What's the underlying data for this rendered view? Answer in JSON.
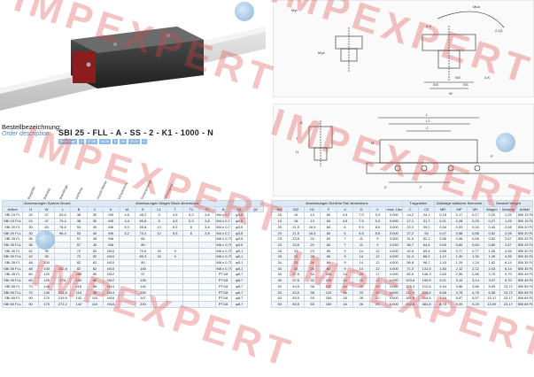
{
  "watermark": "IMPEXPERT",
  "order": {
    "title": "Bestellbezeichnung:",
    "subtitle": "Order description:",
    "code": [
      "SBI 25",
      "FLL",
      "A",
      "SS",
      "2",
      "K1",
      "1000",
      "N"
    ],
    "tags": [
      "Seite/Page",
      "4",
      "27-28",
      "30-33",
      "5",
      "30",
      "23-24",
      "6"
    ],
    "fields": [
      "Baugröße",
      "Blocktyp",
      "Blocklänge",
      "Dichtung",
      "Anzahl Blöcke",
      "Vorspannung",
      "Schienenlänge",
      "Genauigkeit"
    ]
  },
  "drawing": {
    "labels": [
      "Mpa",
      "4-S",
      "2-Q1",
      "Mya",
      "W",
      "W3",
      "W2",
      "W1",
      "4-K",
      "Myt",
      "L",
      "L1",
      "C",
      "B",
      "T",
      "H",
      "M",
      "E",
      "F",
      "P"
    ]
  },
  "left_table": {
    "title": "Artikel Model",
    "group1": "Abmessungen System Mounting dimensions",
    "group2": "Abmessungen Wagen Block dimensions",
    "headers": [
      "Artikel",
      "H",
      "W",
      "L",
      "B",
      "C",
      "K",
      "M",
      "E",
      "L1",
      "T",
      "T1",
      "T2",
      "N",
      "Q1",
      "Q2"
    ],
    "rows": [
      [
        "SBI 15 FL",
        "24",
        "47",
        "63,6",
        "38",
        "30",
        "M5",
        "4,5",
        "45,2",
        "9",
        "4,5",
        "5,3",
        "3,8",
        "M4 x 0,7",
        "φ3,5"
      ],
      [
        "SBI 15 FLL",
        "24",
        "47",
        "79,4",
        "38",
        "30",
        "M5",
        "4,4",
        "60,8",
        "9",
        "4,5",
        "5,3",
        "3,8",
        "M4 x 0,7",
        "φ3,5"
      ],
      [
        "SBI 20 FL",
        "30",
        "63",
        "78,6",
        "53",
        "40",
        "M6",
        "5,2",
        "55,8",
        "12",
        "5,5",
        "6",
        "3,8",
        "M4 x 0,7",
        "φ3,5"
      ],
      [
        "SBI 20 FLL",
        "30",
        "63",
        "96,4",
        "53",
        "40",
        "M6",
        "5,2",
        "73,4",
        "12",
        "5,5",
        "6",
        "3,8",
        "M4 x 0,7",
        "φ3,5"
      ],
      [
        "SBI 25 FL",
        "36",
        "70",
        "",
        "57",
        "45",
        "M8",
        "",
        "64",
        "",
        "",
        "",
        "",
        "M6 x 0,75",
        "φ3,5"
      ],
      [
        "SBI 25 FLL",
        "36",
        "70",
        "",
        "57",
        "45",
        "M8",
        "",
        "80",
        "",
        "",
        "",
        "",
        "M6 x 0,75",
        "φ3,5"
      ],
      [
        "SBI 30 FL",
        "42",
        "90",
        "",
        "72",
        "52",
        "M10",
        "",
        "70,6",
        "15",
        "9",
        "",
        "",
        "M6 x 0,75",
        "φ5,1"
      ],
      [
        "SBI 30 FLL",
        "42",
        "90",
        "",
        "72",
        "52",
        "M10",
        "",
        "89,3",
        "15",
        "9",
        "",
        "",
        "M6 x 0,75",
        "φ5,1"
      ],
      [
        "SBI 35 FL",
        "48",
        "100",
        "",
        "82",
        "62",
        "M10",
        "",
        "80",
        "",
        "",
        "",
        "",
        "M6 x 0,75",
        "φ5,1"
      ],
      [
        "SBI 35 FLL",
        "48",
        "100",
        "152,8",
        "82",
        "62",
        "M10",
        "",
        "105",
        "",
        "",
        "",
        "",
        "M6 x 0,75",
        "φ5,1"
      ],
      [
        "SBI 45 FL",
        "60",
        "120",
        "",
        "100",
        "80",
        "M12",
        "",
        "97",
        "",
        "",
        "",
        "",
        "PT1/8",
        "φ8,7"
      ],
      [
        "SBI 45 FLL",
        "60",
        "120",
        "174",
        "100",
        "80",
        "M12",
        "",
        "128",
        "",
        "",
        "",
        "",
        "PT1/8",
        "φ8,7"
      ],
      [
        "SBI 55 FL",
        "70",
        "140",
        "",
        "116",
        "95",
        "M14",
        "",
        "118",
        "",
        "",
        "",
        "",
        "PT1/8",
        "φ8,7"
      ],
      [
        "SBI 55 FLL",
        "70",
        "140",
        "211,8",
        "116",
        "95",
        "M14",
        "",
        "155",
        "",
        "",
        "",
        "",
        "PT1/8",
        "φ8,7"
      ],
      [
        "SBI 65 FL",
        "90",
        "170",
        "219,6",
        "142",
        "110",
        "M16",
        "",
        "147",
        "",
        "",
        "",
        "",
        "PT1/8",
        "φ8,7"
      ],
      [
        "SBI 65 FLL",
        "90",
        "170",
        "272,2",
        "142",
        "110",
        "M16",
        "",
        "200",
        "",
        "",
        "",
        "",
        "PT1/8",
        "φ8,7"
      ]
    ]
  },
  "right_table": {
    "group1": "Abmessungen Schiene Rail dimensions",
    "group2": "Tragzahlen",
    "group3": "Zulässige statische Momente",
    "group4": "Gewicht Weight",
    "headers": [
      "W1",
      "W2",
      "H1",
      "F",
      "d",
      "D",
      "h",
      "max. Länge",
      "C",
      "C0",
      "MR",
      "MP",
      "MY",
      "Wagen",
      "Schiene",
      "Artikel"
    ],
    "rows": [
      [
        "15",
        "16",
        "13",
        "60",
        "4,5",
        "7,5",
        "5,3",
        "3.000",
        "14,2",
        "24,1",
        "0,18",
        "0,17",
        "0,17",
        "0,20",
        "1,25",
        "SBI 15 FL"
      ],
      [
        "15",
        "16",
        "13",
        "60",
        "4,5",
        "7,5",
        "5,3",
        "3.000",
        "17,1",
        "31,7",
        "0,21",
        "0,28",
        "0,29",
        "0,27",
        "1,25",
        "SBI 15 FLL"
      ],
      [
        "20",
        "21,5",
        "16,5",
        "60",
        "6",
        "9,5",
        "8,5",
        "3.000",
        "22,2",
        "39,2",
        "0,34",
        "0,33",
        "0,33",
        "0,40",
        "2,08",
        "SBI 20 FL"
      ],
      [
        "20",
        "21,5",
        "16,5",
        "60",
        "6",
        "9,5",
        "8,5",
        "3.000",
        "27,2",
        "50",
        "0,47",
        "0,58",
        "0,58",
        "0,52",
        "2,08",
        "SBI 20 FLL"
      ],
      [
        "23",
        "23,5",
        "20",
        "60",
        "7",
        "11",
        "9",
        "3.000",
        "31,5",
        "52,1",
        "0,56",
        "0,56",
        "0,56",
        "0,62",
        "2,67",
        "SBI 25 FL"
      ],
      [
        "23",
        "23,5",
        "20",
        "60",
        "7",
        "11",
        "9",
        "3.000",
        "36,7",
        "64,4",
        "0,69",
        "0,84",
        "0,84",
        "0,80",
        "2,67",
        "SBI 25 FLL"
      ],
      [
        "28",
        "31",
        "23",
        "80",
        "9",
        "14",
        "12",
        "4.000",
        "42,8",
        "69,4",
        "0,88",
        "0,77",
        "0,77",
        "1,05",
        "4,35",
        "SBI 30 FL"
      ],
      [
        "28",
        "31",
        "23",
        "80",
        "9",
        "14",
        "12",
        "4.000",
        "51,4",
        "88,3",
        "1,12",
        "1,30",
        "1,30",
        "1,49",
        "4,35",
        "SBI 30 FLL"
      ],
      [
        "34",
        "33",
        "26",
        "80",
        "9",
        "14",
        "12",
        "4.000",
        "56,8",
        "96,7",
        "1,43",
        "1,29",
        "1,29",
        "1,62",
        "6,14",
        "SBI 35 FL"
      ],
      [
        "34",
        "33",
        "26",
        "80",
        "9",
        "14",
        "12",
        "4.000",
        "71,3",
        "131,5",
        "1,83",
        "2,12",
        "2,12",
        "2,43",
        "6,14",
        "SBI 35 FLL"
      ],
      [
        "45",
        "37,5",
        "32",
        "105",
        "14",
        "20",
        "17",
        "4.000",
        "82,6",
        "146,3",
        "2,63",
        "2,56",
        "2,56",
        "2,70",
        "9,70",
        "SBI 45 FL"
      ],
      [
        "45",
        "37,5",
        "32",
        "105",
        "14",
        "20",
        "17",
        "4.000",
        "103,6",
        "190,5",
        "3,21",
        "3,14",
        "3,14",
        "3,97",
        "9,70",
        "SBI 45 FLL"
      ],
      [
        "53",
        "43,5",
        "38",
        "120",
        "16",
        "23",
        "20",
        "4.000",
        "125,3",
        "212,6",
        "4,54",
        "3,86",
        "3,86",
        "5,09",
        "13,72",
        "SBI 55 FL"
      ],
      [
        "53",
        "43,5",
        "38",
        "120",
        "16",
        "23",
        "20",
        "4.000",
        "147,9",
        "278,5",
        "5,68",
        "4,78",
        "4,78",
        "6,58",
        "13,72",
        "SBI 55 FLL"
      ],
      [
        "63",
        "53,5",
        "53",
        "150",
        "18",
        "26",
        "22",
        "4.000",
        "187,6",
        "304,5",
        "7,24",
        "5,57",
        "5,57",
        "10,17",
        "23,17",
        "SBI 65 FL"
      ],
      [
        "63",
        "53,5",
        "53",
        "150",
        "18",
        "26",
        "22",
        "4.000",
        "212,6",
        "381,8",
        "8,73",
        "9,29",
        "9,29",
        "13,09",
        "23,17",
        "SBI 65 FLL"
      ]
    ]
  }
}
